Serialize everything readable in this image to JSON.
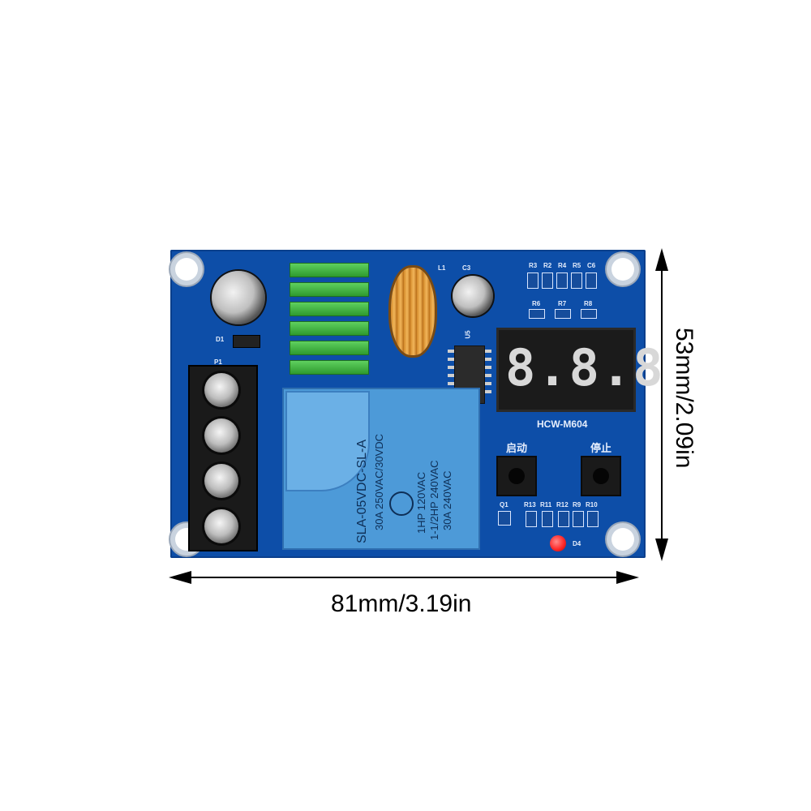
{
  "dimensions": {
    "width_label": "81mm/3.19in",
    "height_label": "53mm/2.09in"
  },
  "board": {
    "model_label": "HCW-M604",
    "start_button_label": "启动",
    "stop_button_label": "停止",
    "display_value": "8.8.8",
    "relay": {
      "model": "SLA-05VDC-SL-A",
      "line1": "30A  250VAC/30VDC",
      "line2": "1HP 120VAC",
      "line3": "1-1/2HP 240VAC",
      "line4": "30A  240VAC"
    },
    "silkscreen": {
      "l1": "L1",
      "c3": "C3",
      "u5": "U5",
      "r3": "R3",
      "r2": "R2",
      "r4": "R4",
      "r5": "R5",
      "c6": "C6",
      "r6": "R6",
      "r7": "R7",
      "r8": "R8",
      "q1": "Q1",
      "r13": "R13",
      "r11": "R11",
      "r12": "R12",
      "r9": "R9",
      "r10": "R10",
      "d4": "D4",
      "d1": "D1",
      "p1": "P1"
    }
  },
  "colors": {
    "pcb": "#0d4ea8",
    "relay": "#4d9ad8",
    "heatsink": "#3fb43f",
    "led": "#ff2a2a"
  }
}
